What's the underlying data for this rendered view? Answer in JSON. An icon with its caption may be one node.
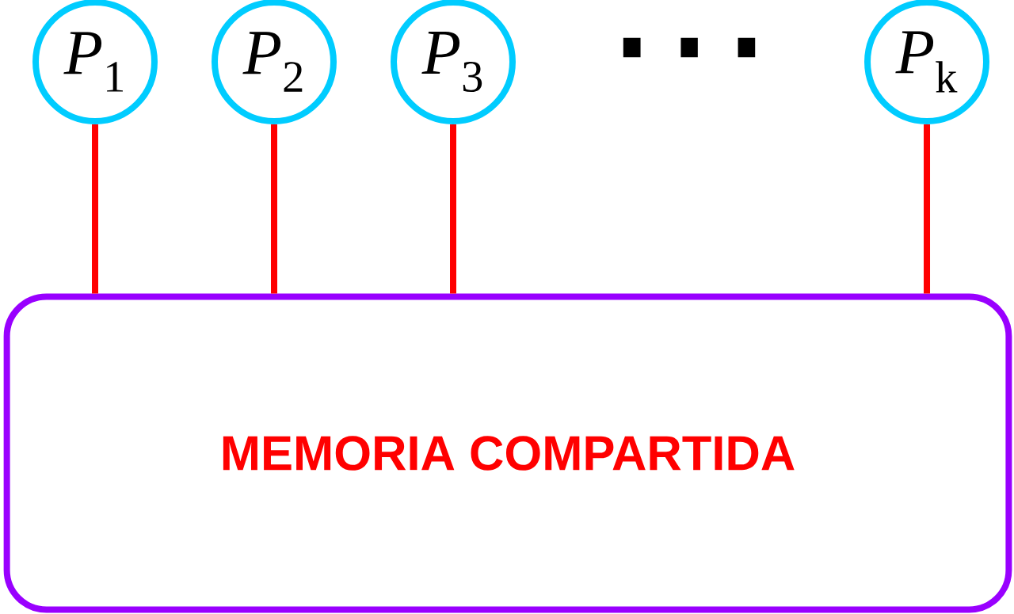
{
  "diagram": {
    "nodes": [
      {
        "text": [
          "*P*$_{1}$"
        ]
      },
      {
        "text": [
          "*P*$_{2}$"
        ]
      },
      {
        "text": [
          "*P*$_{3}$"
        ]
      },
      {
        "text": [
          "*P*$_{k}$"
        ]
      },
      {
        "text": [
          "MEMORIA COMPARTIDA"
        ]
      }
    ],
    "edges": [
      {
        "from": 0,
        "to": 4,
        "arrow": "none"
      },
      {
        "from": 1,
        "to": 4,
        "arrow": "none"
      },
      {
        "from": 2,
        "to": 4,
        "arrow": "none"
      },
      {
        "from": 3,
        "to": 4,
        "arrow": "none"
      }
    ],
    "labels": [
      "…"
    ]
  }
}
